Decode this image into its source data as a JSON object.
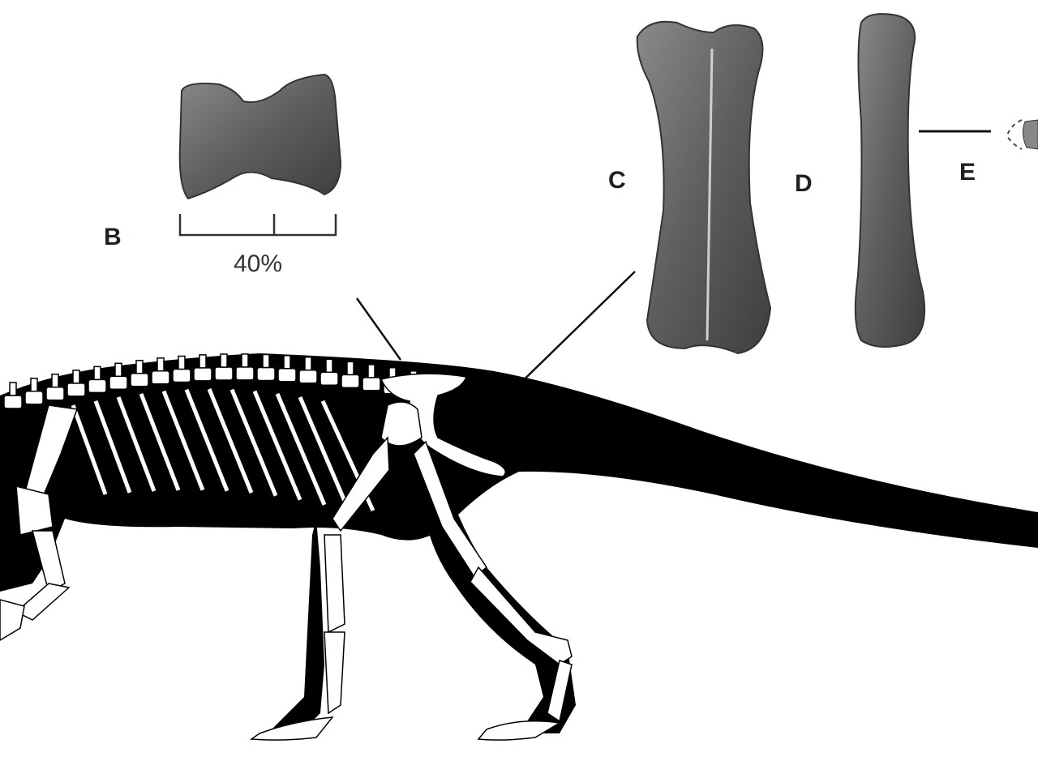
{
  "panels": {
    "b": {
      "label": "B",
      "scale_label": "40%"
    },
    "c": {
      "label": "C"
    },
    "d": {
      "label": "D"
    },
    "e": {
      "label": "E"
    }
  },
  "colors": {
    "silhouette": "#000000",
    "bone": "#ffffff",
    "fossil": "#6e6e6e",
    "text": "#231f20"
  }
}
